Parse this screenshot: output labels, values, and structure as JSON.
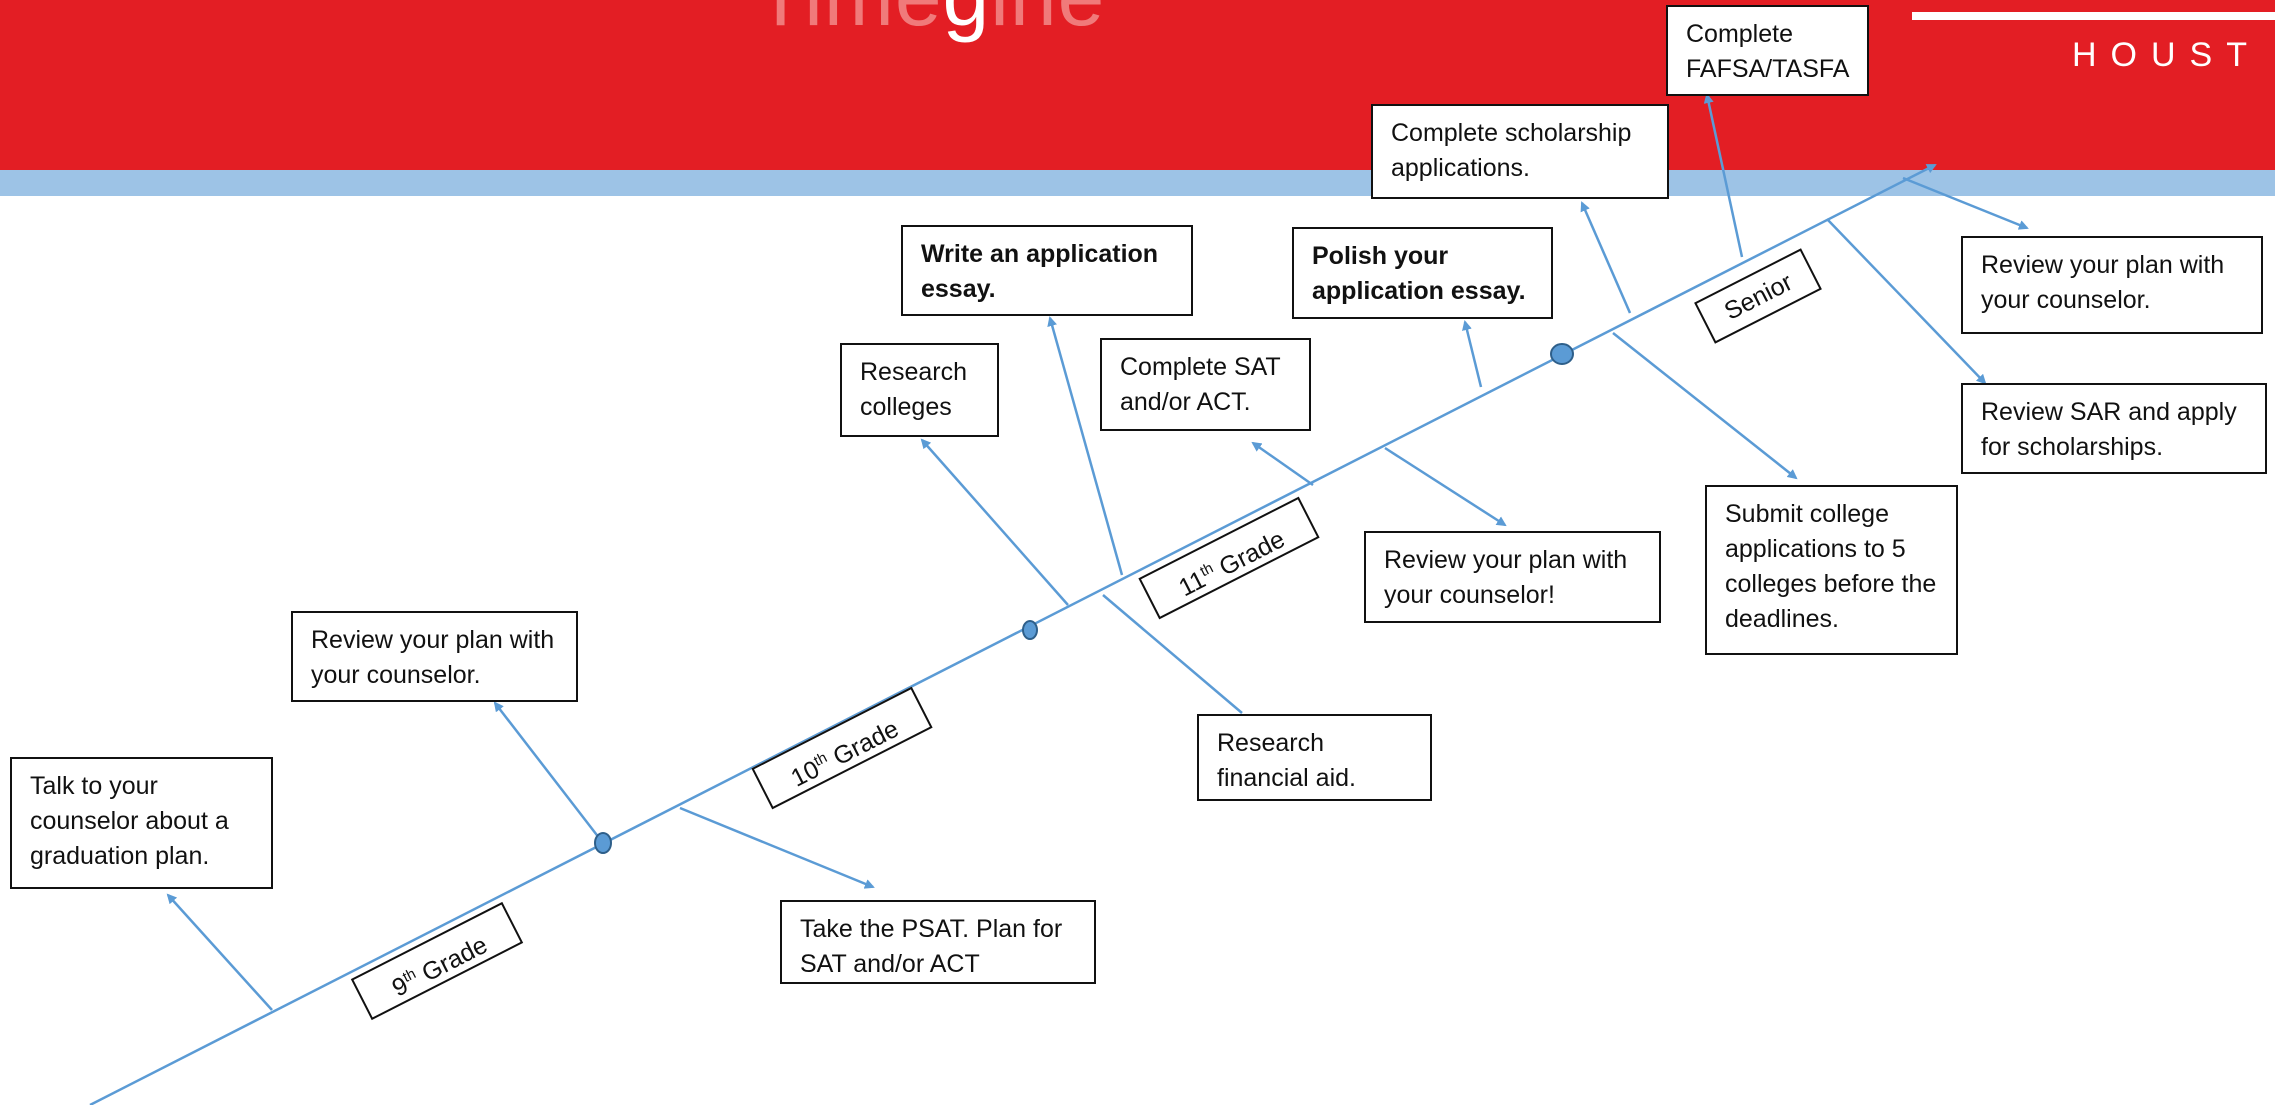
{
  "header": {
    "title_left": "Time",
    "title_mid": "g",
    "title_right": "ine",
    "logo_text": "HOUST"
  },
  "colors": {
    "header_red": "#e31e24",
    "band_blue": "#9dc3e6",
    "line_blue": "#5b9bd5"
  },
  "grades": {
    "ninth_num": "9",
    "ninth_sup": "th",
    "ninth_word": " Grade",
    "tenth_num": "10",
    "tenth_sup": "th",
    "tenth_word": " Grade",
    "eleventh_num": "11",
    "eleventh_sup": "th",
    "eleventh_word": " Grade",
    "senior": "Senior"
  },
  "steps": {
    "talk_counselor": "Talk to your counselor about a graduation plan.",
    "review_plan_1": "Review your plan with your counselor.",
    "take_psat": "Take the PSAT.  Plan for SAT and/or ACT",
    "research_colleges": "Research colleges",
    "write_essay": "Write an application essay.",
    "research_aid": "Research financial aid.",
    "complete_sat": "Complete SAT and/or ACT.",
    "review_plan_2": "Review your plan with your counselor!",
    "polish_essay": "Polish your application essay.",
    "complete_scholarship": "Complete scholarship applications.",
    "complete_fafsa": "Complete FAFSA/TASFA",
    "submit_apps": "Submit college applications to 5 colleges before the deadlines.",
    "review_plan_3": "Review your plan with your counselor.",
    "review_sar": "Review SAR and apply for scholarships."
  }
}
